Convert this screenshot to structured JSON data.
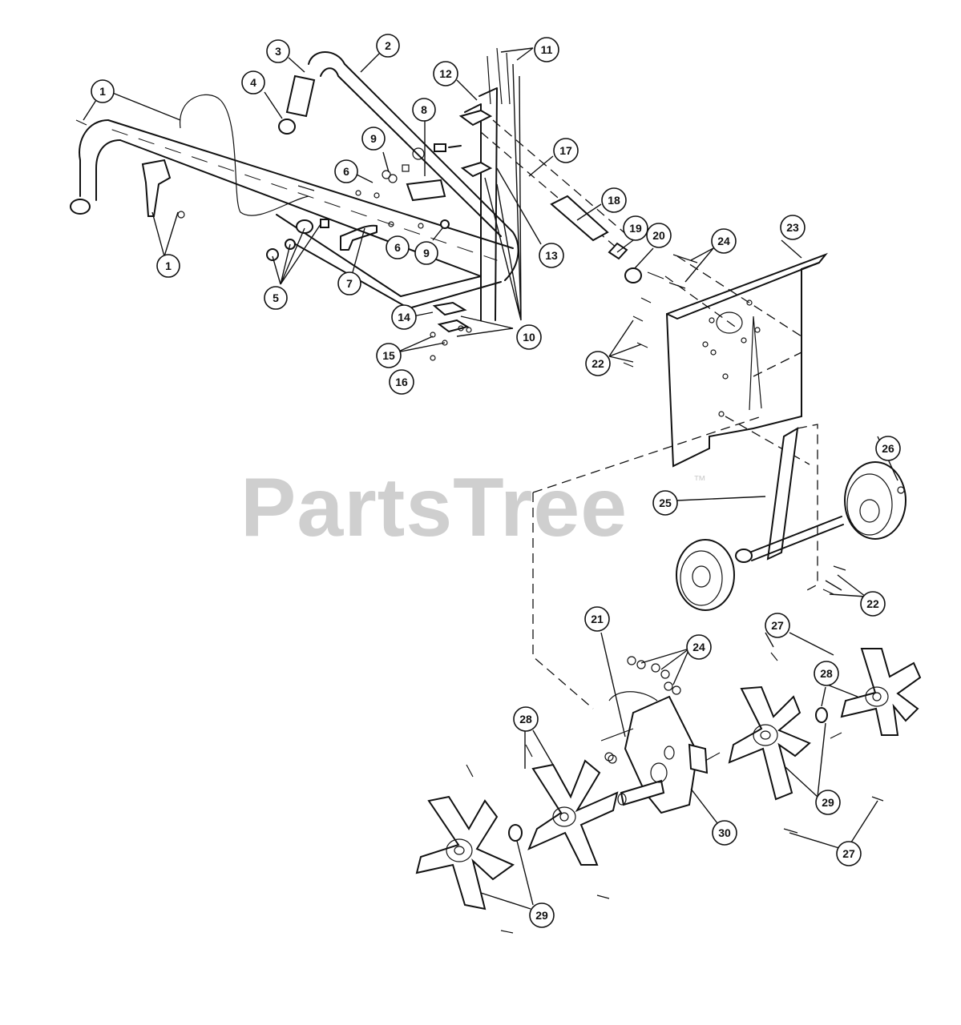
{
  "watermark": {
    "text": "PartsTree",
    "trademark": "™"
  },
  "callouts": [
    {
      "id": "c1a",
      "label": "1"
    },
    {
      "id": "c1b",
      "label": "1"
    },
    {
      "id": "c2",
      "label": "2"
    },
    {
      "id": "c3",
      "label": "3"
    },
    {
      "id": "c4",
      "label": "4"
    },
    {
      "id": "c5",
      "label": "5"
    },
    {
      "id": "c6a",
      "label": "6"
    },
    {
      "id": "c6b",
      "label": "6"
    },
    {
      "id": "c7",
      "label": "7"
    },
    {
      "id": "c8",
      "label": "8"
    },
    {
      "id": "c9a",
      "label": "9"
    },
    {
      "id": "c9b",
      "label": "9"
    },
    {
      "id": "c10",
      "label": "10"
    },
    {
      "id": "c11",
      "label": "11"
    },
    {
      "id": "c12",
      "label": "12"
    },
    {
      "id": "c13",
      "label": "13"
    },
    {
      "id": "c14",
      "label": "14"
    },
    {
      "id": "c15",
      "label": "15"
    },
    {
      "id": "c16",
      "label": "16"
    },
    {
      "id": "c17",
      "label": "17"
    },
    {
      "id": "c18",
      "label": "18"
    },
    {
      "id": "c19",
      "label": "19"
    },
    {
      "id": "c20",
      "label": "20"
    },
    {
      "id": "c21",
      "label": "21"
    },
    {
      "id": "c22a",
      "label": "22"
    },
    {
      "id": "c22b",
      "label": "22"
    },
    {
      "id": "c23",
      "label": "23"
    },
    {
      "id": "c24a",
      "label": "24"
    },
    {
      "id": "c24b",
      "label": "24"
    },
    {
      "id": "c25",
      "label": "25"
    },
    {
      "id": "c26",
      "label": "26"
    },
    {
      "id": "c27a",
      "label": "27"
    },
    {
      "id": "c27b",
      "label": "27"
    },
    {
      "id": "c28a",
      "label": "28"
    },
    {
      "id": "c28b",
      "label": "28"
    },
    {
      "id": "c29a",
      "label": "29"
    },
    {
      "id": "c29b",
      "label": "29"
    },
    {
      "id": "c30",
      "label": "30"
    }
  ]
}
